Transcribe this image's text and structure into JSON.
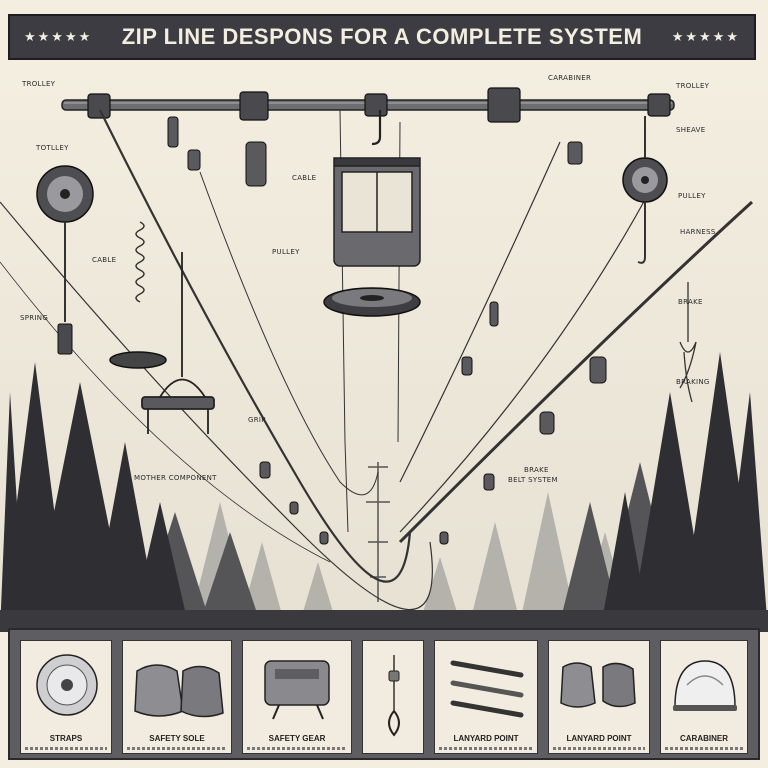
{
  "banner": {
    "title": "ZIP LINE DESPONS FOR A COMPLETE SYSTEM",
    "stars_left": "★★★★★",
    "stars_right": "★★★★★"
  },
  "labels": {
    "trolley_top": "TROLLEY",
    "trolley_left": "TOTLLEY",
    "carabiner_top": "CARABINER",
    "trolley_right_top": "TROLLEY",
    "sheave_right": "SHEAVE",
    "pulley_right": "PULLEY",
    "cable_left": "CABLE",
    "spring_left": "SPRING",
    "harness_right": "HARNESS",
    "brake_right": "BRAKE",
    "grip": "GRIP",
    "mother_component": "MOTHER COMPONENT",
    "brake_bottom": "BRAKE",
    "pulley_center": "PULLEY",
    "belt_system": "BELT SYSTEM",
    "braking": "BRAKING",
    "cable_center": "CABLE"
  },
  "equipment": [
    {
      "label": "STRAPS",
      "icon": "disc-icon"
    },
    {
      "label": "SAFETY SOLE",
      "icon": "shoes-icon"
    },
    {
      "label": "SAFETY GEAR",
      "icon": "harness-pack-icon"
    },
    {
      "label": "",
      "icon": "lanyard-hook-icon"
    },
    {
      "label": "LANYARD POINT",
      "icon": "rods-icon"
    },
    {
      "label": "LANYARD POINT",
      "icon": "boots-icon"
    },
    {
      "label": "CARABINER",
      "icon": "helmet-icon"
    }
  ]
}
